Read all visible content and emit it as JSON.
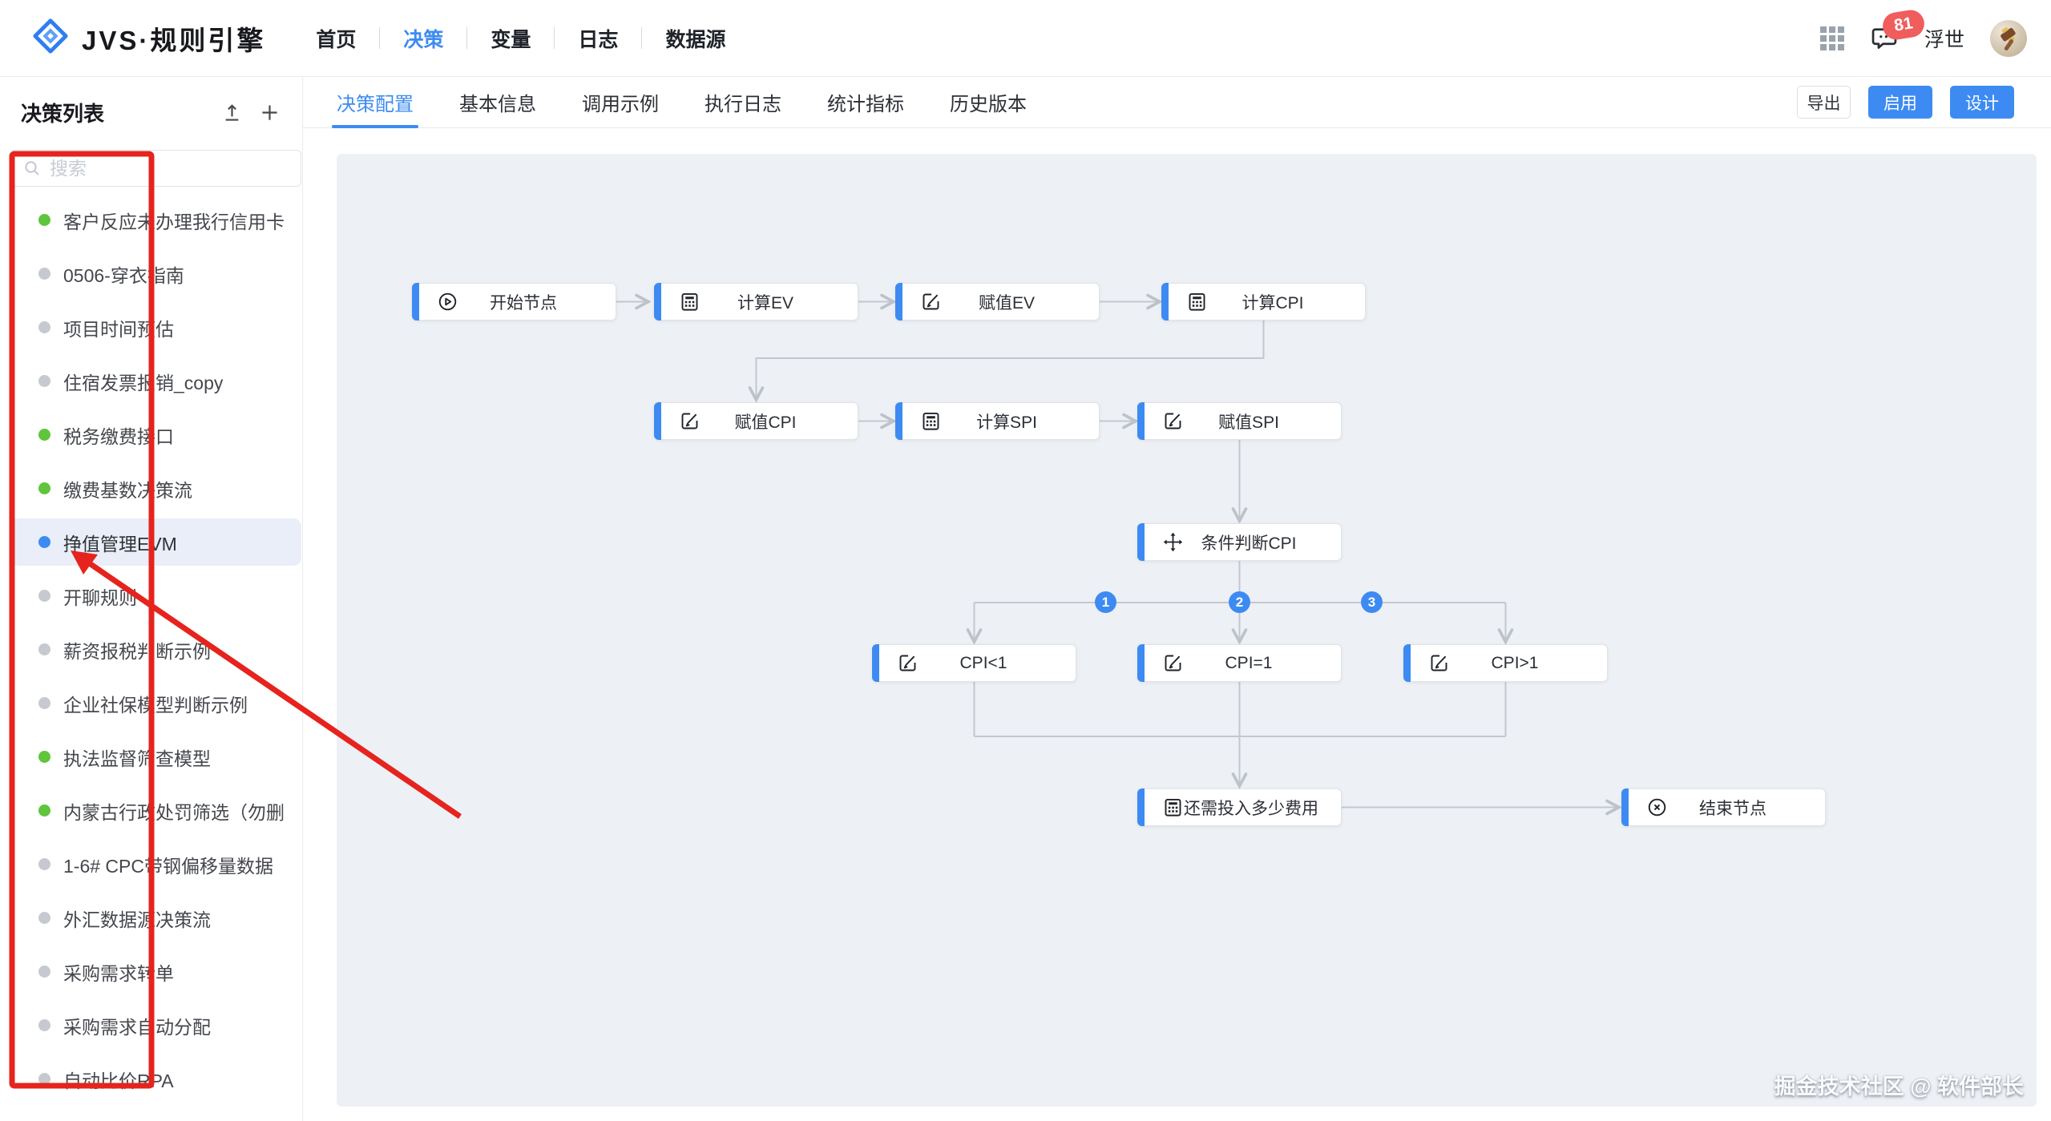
{
  "navbar": {
    "logo_text": "JVS·规则引擎",
    "items": [
      {
        "label": "首页",
        "active": false
      },
      {
        "label": "决策",
        "active": true
      },
      {
        "label": "变量",
        "active": false
      },
      {
        "label": "日志",
        "active": false
      },
      {
        "label": "数据源",
        "active": false
      }
    ],
    "message_count": "81",
    "username": "浮世"
  },
  "sidebar": {
    "title": "决策列表",
    "search_placeholder": "搜索",
    "items": [
      {
        "label": "客户反应未办理我行信用卡",
        "status": "green"
      },
      {
        "label": "0506-穿衣指南",
        "status": "gray"
      },
      {
        "label": "项目时间预估",
        "status": "gray"
      },
      {
        "label": "住宿发票报销_copy",
        "status": "gray"
      },
      {
        "label": "税务缴费接口",
        "status": "green"
      },
      {
        "label": "缴费基数决策流",
        "status": "green"
      },
      {
        "label": "挣值管理EVM",
        "status": "blue",
        "selected": true
      },
      {
        "label": "开聊规则",
        "status": "gray"
      },
      {
        "label": "薪资报税判断示例",
        "status": "gray"
      },
      {
        "label": "企业社保模型判断示例",
        "status": "gray"
      },
      {
        "label": "执法监督筛查模型",
        "status": "green"
      },
      {
        "label": "内蒙古行政处罚筛选（勿删",
        "status": "green"
      },
      {
        "label": "1-6# CPC带钢偏移量数据",
        "status": "gray"
      },
      {
        "label": "外汇数据源决策流",
        "status": "gray"
      },
      {
        "label": "采购需求转单",
        "status": "gray"
      },
      {
        "label": "采购需求自动分配",
        "status": "gray"
      },
      {
        "label": "自动比价RPA",
        "status": "gray"
      }
    ]
  },
  "tabs": [
    {
      "label": "决策配置",
      "active": true
    },
    {
      "label": "基本信息",
      "active": false
    },
    {
      "label": "调用示例",
      "active": false
    },
    {
      "label": "执行日志",
      "active": false
    },
    {
      "label": "统计指标",
      "active": false
    },
    {
      "label": "历史版本",
      "active": false
    }
  ],
  "actions": {
    "export_label": "导出",
    "enable_label": "启用",
    "design_label": "设计"
  },
  "flow": {
    "nodes": [
      {
        "label": "开始节点",
        "icon": "play-icon"
      },
      {
        "label": "计算EV",
        "icon": "calculator-icon"
      },
      {
        "label": "赋值EV",
        "icon": "edit-icon"
      },
      {
        "label": "计算CPI",
        "icon": "calculator-icon"
      },
      {
        "label": "赋值CPI",
        "icon": "edit-icon"
      },
      {
        "label": "计算SPI",
        "icon": "calculator-icon"
      },
      {
        "label": "赋值SPI",
        "icon": "edit-icon"
      },
      {
        "label": "条件判断CPI",
        "icon": "move-icon"
      },
      {
        "label": "CPI<1",
        "icon": "edit-icon"
      },
      {
        "label": "CPI=1",
        "icon": "edit-icon"
      },
      {
        "label": "CPI>1",
        "icon": "edit-icon"
      },
      {
        "label": "还需投入多少费用",
        "icon": "calculator-icon"
      },
      {
        "label": "结束节点",
        "icon": "end-icon"
      }
    ],
    "branches": [
      {
        "label": "1"
      },
      {
        "label": "2"
      },
      {
        "label": "3"
      }
    ]
  },
  "watermark": "掘金技术社区 @ 软件部长",
  "colors": {
    "accent_blue": "#3d8bf2",
    "annotation_red": "#e6231d",
    "status_green": "#5fc53c",
    "status_gray": "#c6c9cf",
    "status_blue": "#3d8bf2",
    "badge_red": "#f05d5d",
    "canvas_bg": "#edf0f4"
  }
}
